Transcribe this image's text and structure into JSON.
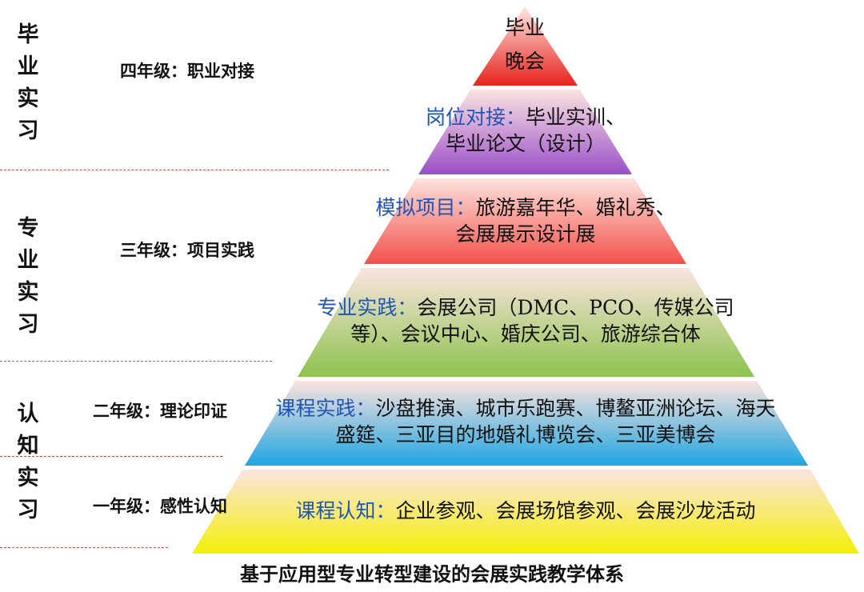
{
  "stages": [
    {
      "id": "graduation",
      "chars": [
        "毕",
        "业",
        "实",
        "习"
      ]
    },
    {
      "id": "professional",
      "chars": [
        "专",
        "业",
        "实",
        "习"
      ]
    },
    {
      "id": "cognitive",
      "chars": [
        "认",
        "知",
        "实",
        "习"
      ]
    }
  ],
  "grades": {
    "year4": "四年级：职业对接",
    "year3": "三年级：项目实践",
    "year2": "二年级：理论印证",
    "year1": "一年级：感性认知"
  },
  "layers": [
    {
      "id": "top",
      "line1": "毕业",
      "line2": "晚会",
      "color": "#e8221c"
    },
    {
      "id": "post",
      "label": "岗位对接：",
      "line1": "毕业实训、",
      "line2": "毕业论文（设计）",
      "color": "#9b4fc9"
    },
    {
      "id": "simulation",
      "label": "模拟项目：",
      "line1": "旅游嘉年华、婚礼秀、",
      "line2": "会展展示设计展",
      "color": "#f2504a"
    },
    {
      "id": "practice",
      "label": "专业实践：",
      "line1": "会展公司（DMC、PCO、传媒公司",
      "line2": "等）、会议中心、婚庆公司、旅游综合体",
      "color": "#8cc34c"
    },
    {
      "id": "course-practice",
      "label": "课程实践：",
      "line1": "沙盘推演、城市乐跑赛、博鳌亚洲论坛、海天",
      "line2": "盛筵、三亚目的地婚礼博览会、三亚美博会",
      "color": "#1fa5e0"
    },
    {
      "id": "course-cognition",
      "label": "课程认知：",
      "line1": "企业参观、会展场馆参观、会展沙龙活动",
      "color": "#f3f008"
    }
  ],
  "caption": "基于应用型专业转型建设的会展实践教学体系"
}
